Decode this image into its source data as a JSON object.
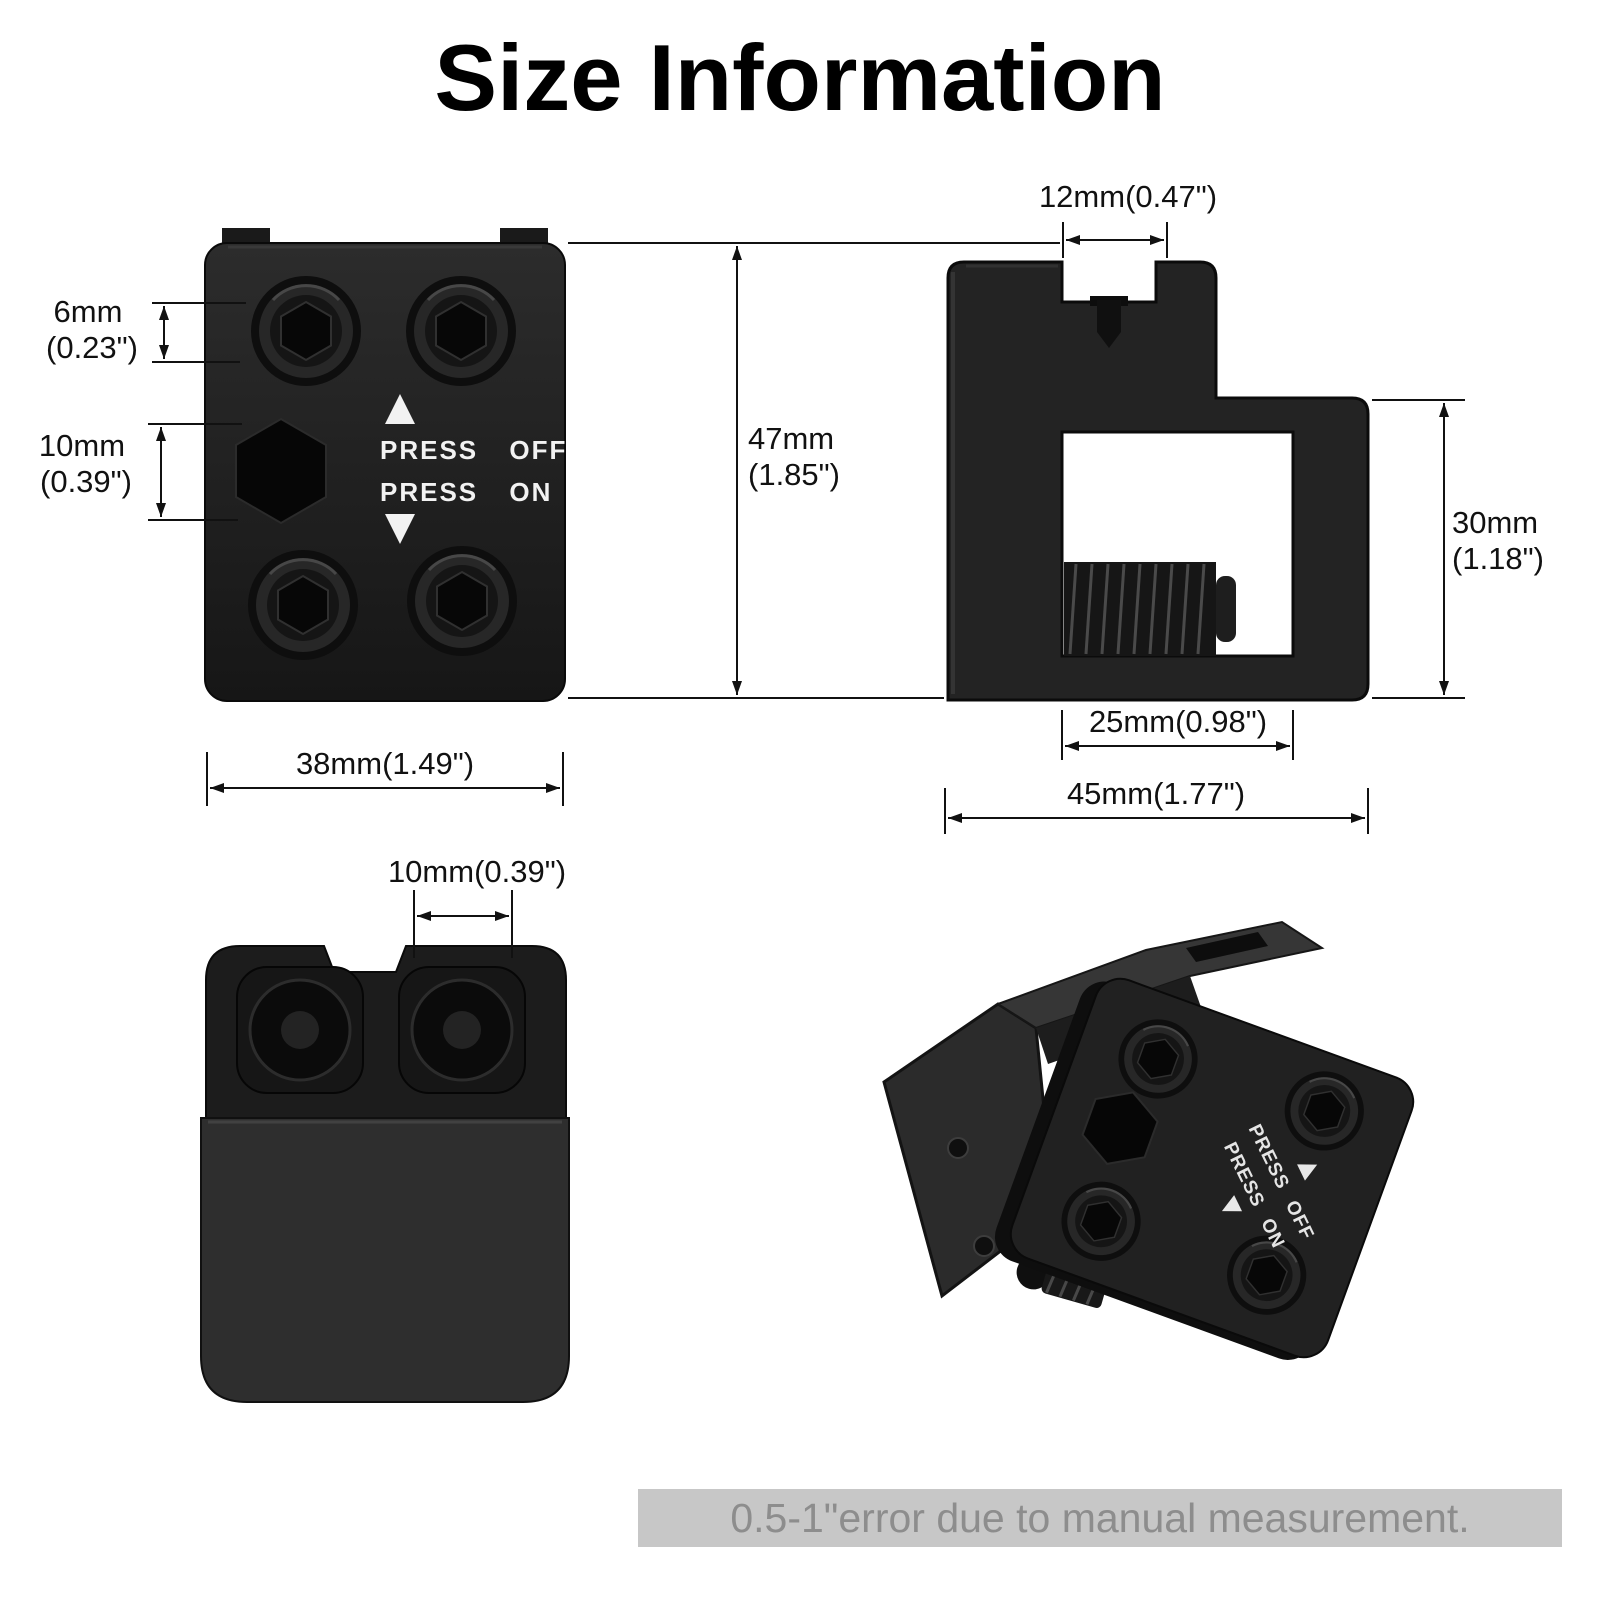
{
  "title": "Size Information",
  "product_text": {
    "press_off": "PRESS OFF",
    "press_on": "PRESS ON"
  },
  "dimensions": {
    "socket_width": "6mm",
    "socket_width_in": "(0.23\")",
    "nut_width": "10mm",
    "nut_width_in": "(0.39\")",
    "front_height": "47mm",
    "front_height_in": "(1.85\")",
    "front_width": "38mm(1.49\")",
    "top_slot": "12mm(0.47\")",
    "side_height": "30mm",
    "side_height_in": "(1.18\")",
    "side_inner": "25mm(0.98\")",
    "side_width": "45mm(1.77\")",
    "bottom_hole": "10mm(0.39\")"
  },
  "footer": {
    "note": "0.5-1\"error due to manual measurement."
  },
  "colors": {
    "product_black": "#1f1f1f",
    "dimension_line": "#111111",
    "footer_bg": "#c7c7c7",
    "footer_text": "#8d8d8d"
  }
}
